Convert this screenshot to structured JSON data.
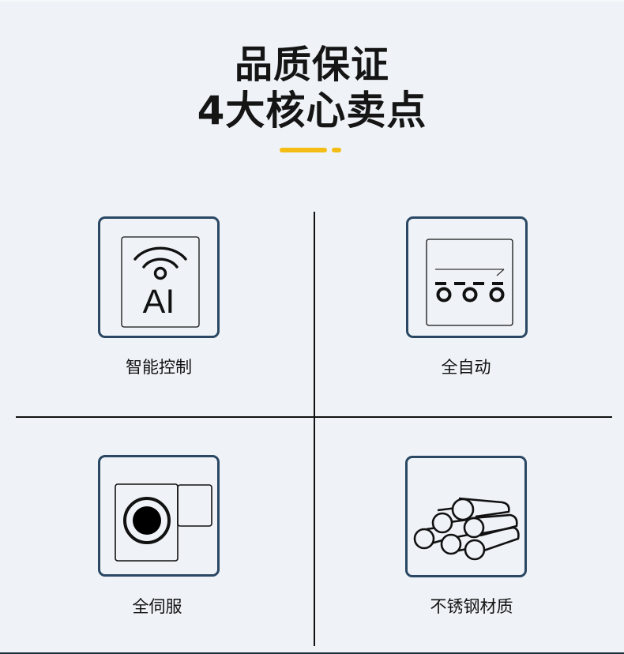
{
  "header": {
    "title_line1": "品质保证",
    "title_line2": "4大核心卖点",
    "accent_color": "#f4bd16"
  },
  "features": [
    {
      "label": "智能控制",
      "icon": "ai-wifi-icon",
      "icon_text": "AI"
    },
    {
      "label": "全自动",
      "icon": "conveyor-icon"
    },
    {
      "label": "全伺服",
      "icon": "servo-motor-icon"
    },
    {
      "label": "不锈钢材质",
      "icon": "steel-pipes-icon"
    }
  ],
  "colors": {
    "background": "#eff3f7",
    "frame_border": "#2a4763",
    "text": "#111111"
  }
}
